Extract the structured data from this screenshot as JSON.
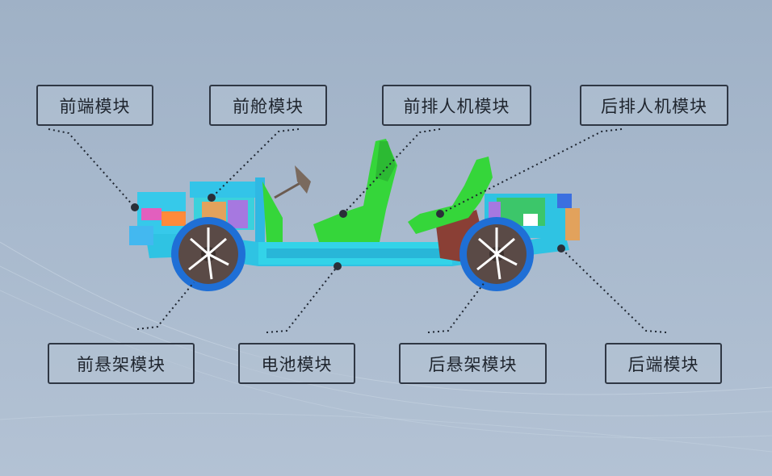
{
  "modules": {
    "front_end": "前端模块",
    "front_cabin": "前舱模块",
    "front_seat": "前排人机模块",
    "rear_seat": "后排人机模块",
    "front_suspension": "前悬架模块",
    "battery": "电池模块",
    "rear_suspension": "后悬架模块",
    "rear_end": "后端模块"
  },
  "colors": {
    "background": "#a8b9cd",
    "label_border": "#2f3744",
    "leader_line": "#1e2530",
    "frame_cyan": "#35c7e8",
    "seat_green": "#35d63a",
    "wheel_blue": "#1f6fd6",
    "battery_green": "#3cc66a"
  },
  "icons": {
    "leader": "dotted-leader-line",
    "wheel": "wheel-icon"
  }
}
